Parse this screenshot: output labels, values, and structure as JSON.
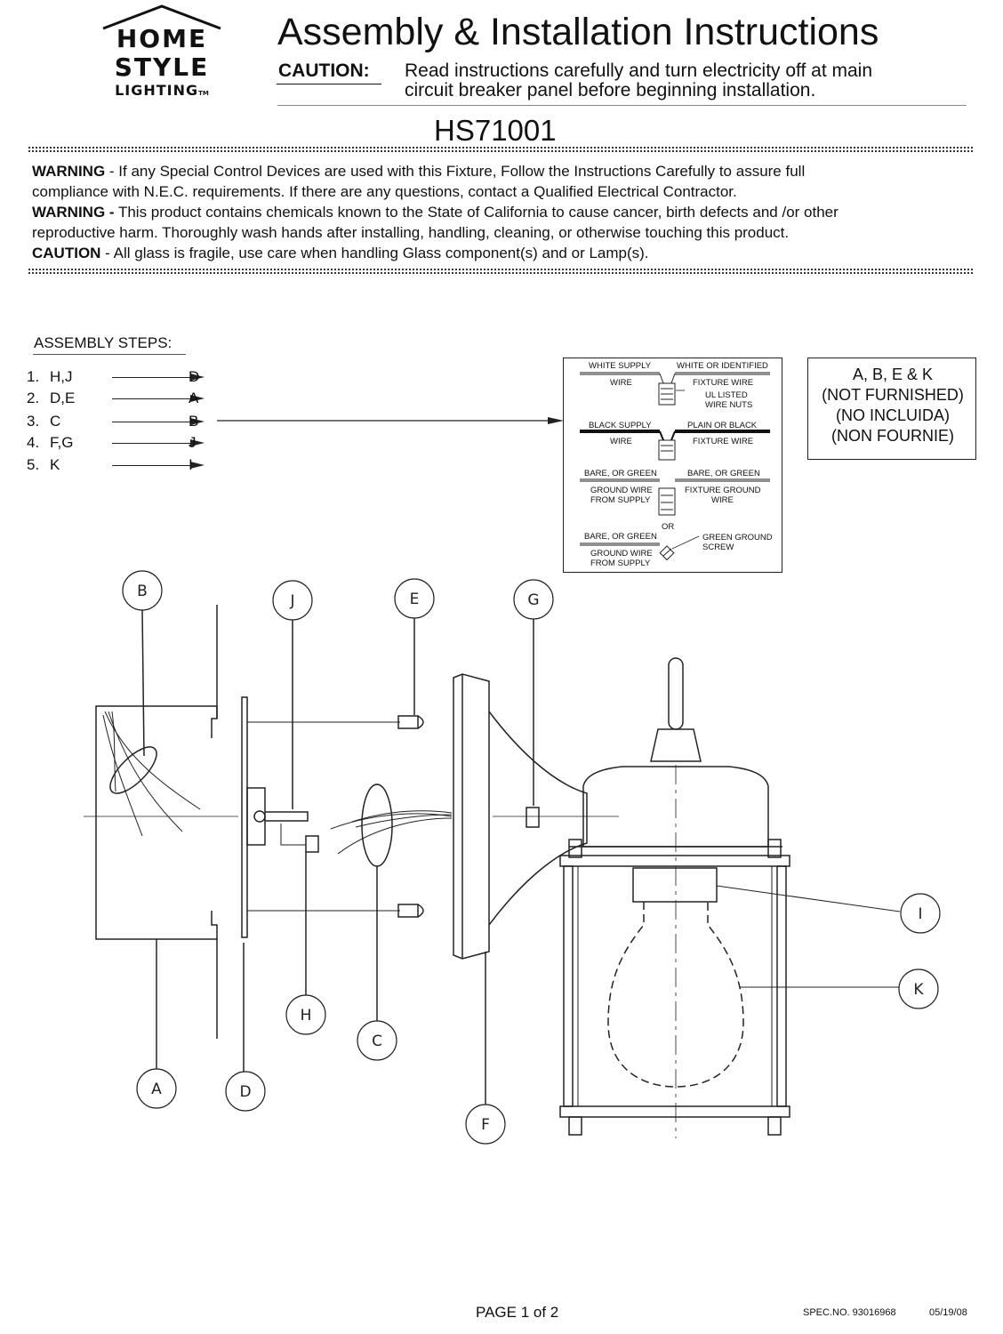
{
  "logo": {
    "line1": "HOME",
    "line2": "STYLE",
    "line3": "LIGHTING",
    "tm": "TM"
  },
  "header": {
    "title": "Assembly & Installation Instructions",
    "caution_label": "CAUTION:",
    "caution_line1": "Read instructions carefully and turn electricity off at main",
    "caution_line2": "circuit breaker panel before beginning installation.",
    "model_number": "HS71001"
  },
  "warnings": {
    "w1_label": "WARNING",
    "w1_line1": " - If any Special Control Devices are used with this Fixture, Follow the Instructions Carefully to assure full",
    "w1_line2": "compliance with N.E.C. requirements. If there are any questions, contact a Qualified Electrical Contractor.",
    "w2_label": "WARNING -",
    "w2_line1": "  This product contains chemicals known to the State of California to cause cancer, birth defects and /or other",
    "w2_line2": "reproductive harm.  Thoroughly wash hands after installing, handling, cleaning, or otherwise touching this product.",
    "w3_label": "CAUTION",
    "w3_line1": " - All glass is fragile, use care when handling Glass component(s) and or Lamp(s)."
  },
  "assembly": {
    "title": "ASSEMBLY STEPS:",
    "steps": [
      {
        "num": "1.",
        "from": "H,J",
        "to": "D"
      },
      {
        "num": "2.",
        "from": "D,E",
        "to": "A"
      },
      {
        "num": "3.",
        "from": "C",
        "to": "B"
      },
      {
        "num": "4.",
        "from": "F,G",
        "to": "J"
      },
      {
        "num": "5.",
        "from": "K",
        "to": "I"
      }
    ]
  },
  "wiring": {
    "white_supply": "WHITE SUPPLY",
    "white_wire": "WIRE",
    "white_identified": "WHITE OR IDENTIFIED",
    "fixture_wire_1": "FIXTURE WIRE",
    "ul_listed": "UL LISTED",
    "wire_nuts": "WIRE NUTS",
    "black_supply": "BLACK SUPPLY",
    "black_wire": "WIRE",
    "plain_black": "PLAIN OR BLACK",
    "fixture_wire_2": "FIXTURE WIRE",
    "bare_green_1": "BARE, OR GREEN",
    "bare_green_2": "BARE, OR GREEN",
    "ground_wire_1": "GROUND WIRE",
    "from_supply_1": "FROM SUPPLY",
    "fixture_ground": "FIXTURE GROUND",
    "fixture_ground_wire": "WIRE",
    "or": "OR",
    "bare_green_3": "BARE, OR GREEN",
    "green_ground": "GREEN GROUND",
    "screw": "SCREW",
    "ground_wire_2": "GROUND WIRE",
    "from_supply_2": "FROM SUPPLY"
  },
  "not_furnished": {
    "line1": "A, B, E & K",
    "line2": "(NOT FURNISHED)",
    "line3": "(NO INCLUIDA)",
    "line4": "(NON FOURNIE)"
  },
  "callouts": [
    "B",
    "J",
    "E",
    "G",
    "I",
    "K",
    "H",
    "C",
    "A",
    "D",
    "F"
  ],
  "footer": {
    "page": "PAGE  1  of   2",
    "spec": "SPEC.NO.  93016968",
    "date": "05/19/08"
  }
}
